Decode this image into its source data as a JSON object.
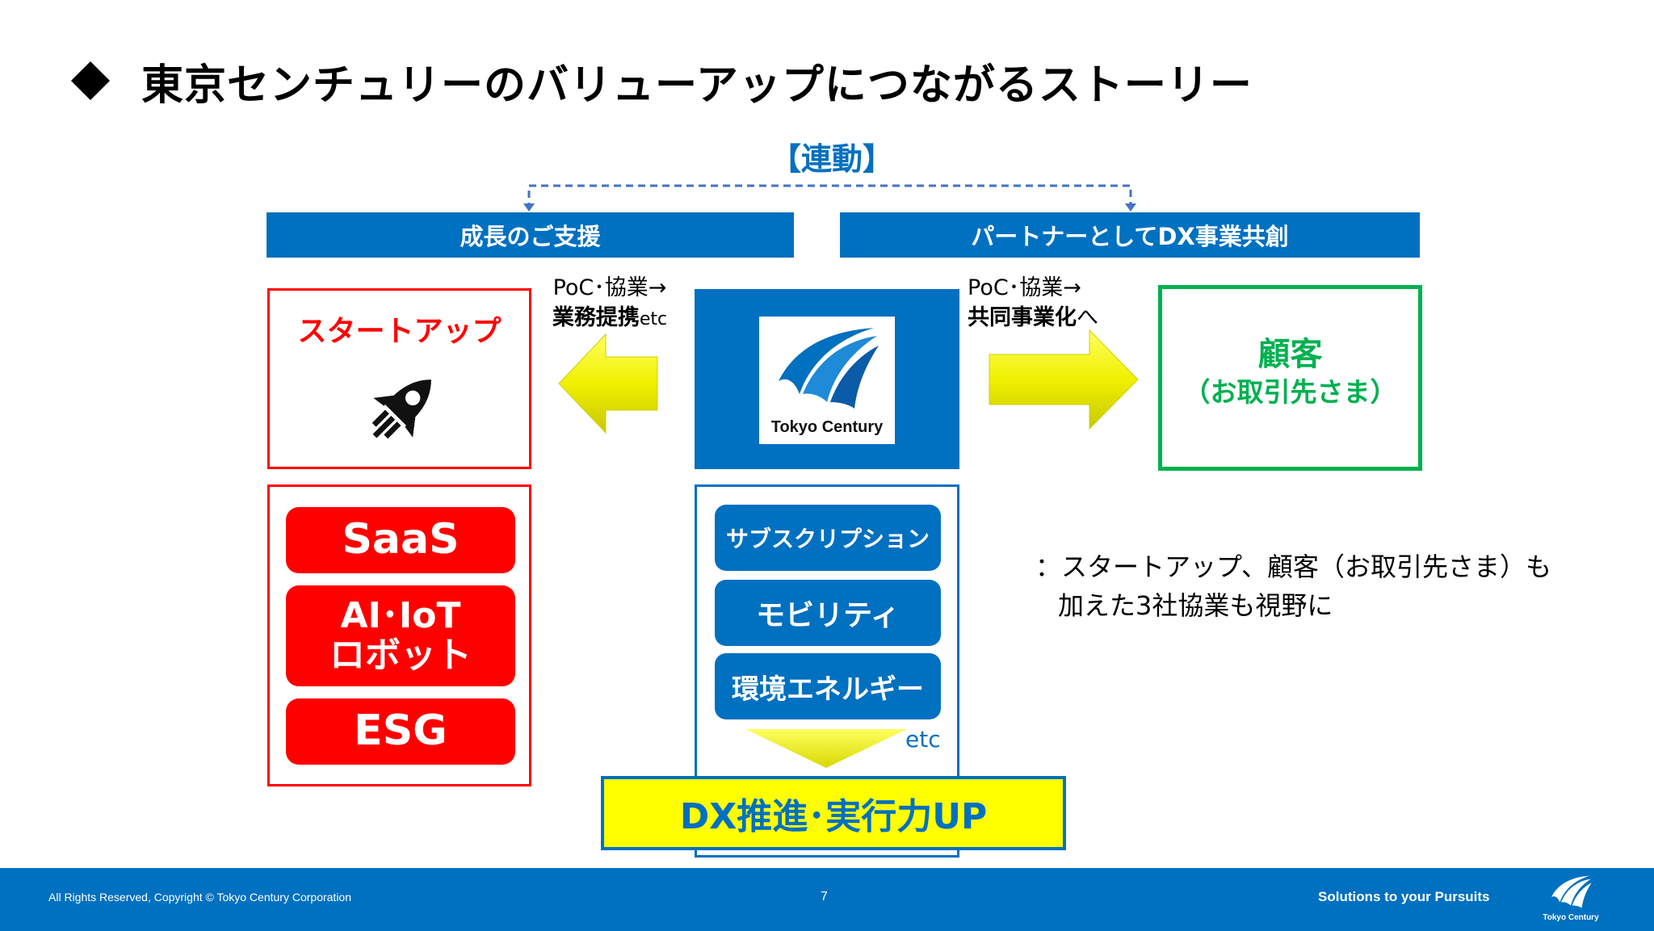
{
  "slide": {
    "title": "東京センチュリーのバリューアップにつながるストーリー",
    "link_label": "【連動】",
    "bar_left": "成長のご支援",
    "bar_right": "パートナーとしてDX事業共創",
    "left_arrow": {
      "line1": "PoC･協業→",
      "line2_bold": "業務提携",
      "line2_small": "etc"
    },
    "right_arrow": {
      "line1": "PoC･協業→",
      "line2_bold": "共同事業化",
      "line2_rest": "へ"
    },
    "startup": {
      "title": "スタートアップ",
      "icon": "rocket-icon"
    },
    "startup_fields": [
      "SaaS",
      "AI･IoT\nロボット",
      "ESG"
    ],
    "logo_text": "Tokyo Century",
    "services": [
      "サブスクリプション",
      "モビリティ",
      "環境エネルギー"
    ],
    "services_etc": "etc",
    "dx_label": "DX推進･実行力UP",
    "customer": {
      "title": "顧客",
      "subtitle": "（お取引先さま）"
    },
    "note": {
      "line1": "：スタートアップ、顧客（お取引先さま）も",
      "line2": "加えた3社協業も視野に"
    }
  },
  "footer": {
    "copyright": "All Rights Reserved, Copyright © Tokyo Century Corporation",
    "page_number": "7",
    "tagline": "Solutions to your Pursuits",
    "logo_text": "Tokyo Century"
  },
  "colors": {
    "blue": "#0070c0",
    "red": "#ff0000",
    "green": "#00b050",
    "yellow": "#ffff00"
  }
}
